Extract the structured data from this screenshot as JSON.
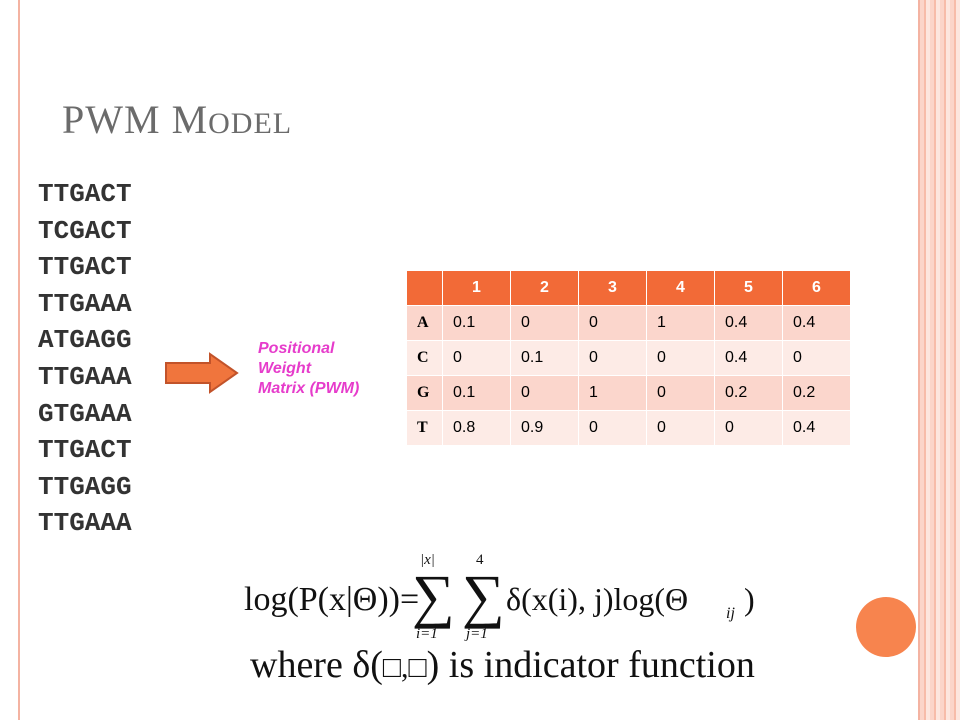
{
  "slide": {
    "title_first": "PWM M",
    "title_rest": "ODEL",
    "sequences": [
      "TTGACT",
      "TCGACT",
      "TTGACT",
      "TTGAAA",
      "ATGAGG",
      "TTGAAA",
      "GTGAAA",
      "TTGACT",
      "TTGAGG",
      "TTGAAA"
    ],
    "arrow_label": [
      "Positional",
      "Weight",
      "Matrix (PWM)"
    ],
    "table": {
      "headers": [
        "",
        "1",
        "2",
        "3",
        "4",
        "5",
        "6"
      ],
      "rows": [
        {
          "base": "A",
          "values": [
            "0.1",
            "0",
            "0",
            "1",
            "0.4",
            "0.4"
          ]
        },
        {
          "base": "C",
          "values": [
            "0",
            "0.1",
            "0",
            "0",
            "0.4",
            "0"
          ]
        },
        {
          "base": "G",
          "values": [
            "0.1",
            "0",
            "1",
            "0",
            "0.2",
            "0.2"
          ]
        },
        {
          "base": "T",
          "values": [
            "0.8",
            "0.9",
            "0",
            "0",
            "0",
            "0.4"
          ]
        }
      ]
    },
    "formula": {
      "lhs": "log(P(x|Θ))=",
      "sum1_upper": "|x|",
      "sum1_lower": "i=1",
      "sum2_upper": "4",
      "sum2_lower": "j=1",
      "term": "δ(x(i), j)log(Θ",
      "subscript": "ij",
      "close": ")"
    },
    "where_prefix": "where  δ(",
    "where_box": "□,□",
    "where_suffix": ") is indicator function"
  },
  "colors": {
    "accent": "#f26a37",
    "label": "#e63ccb",
    "circle": "#f7844e"
  }
}
